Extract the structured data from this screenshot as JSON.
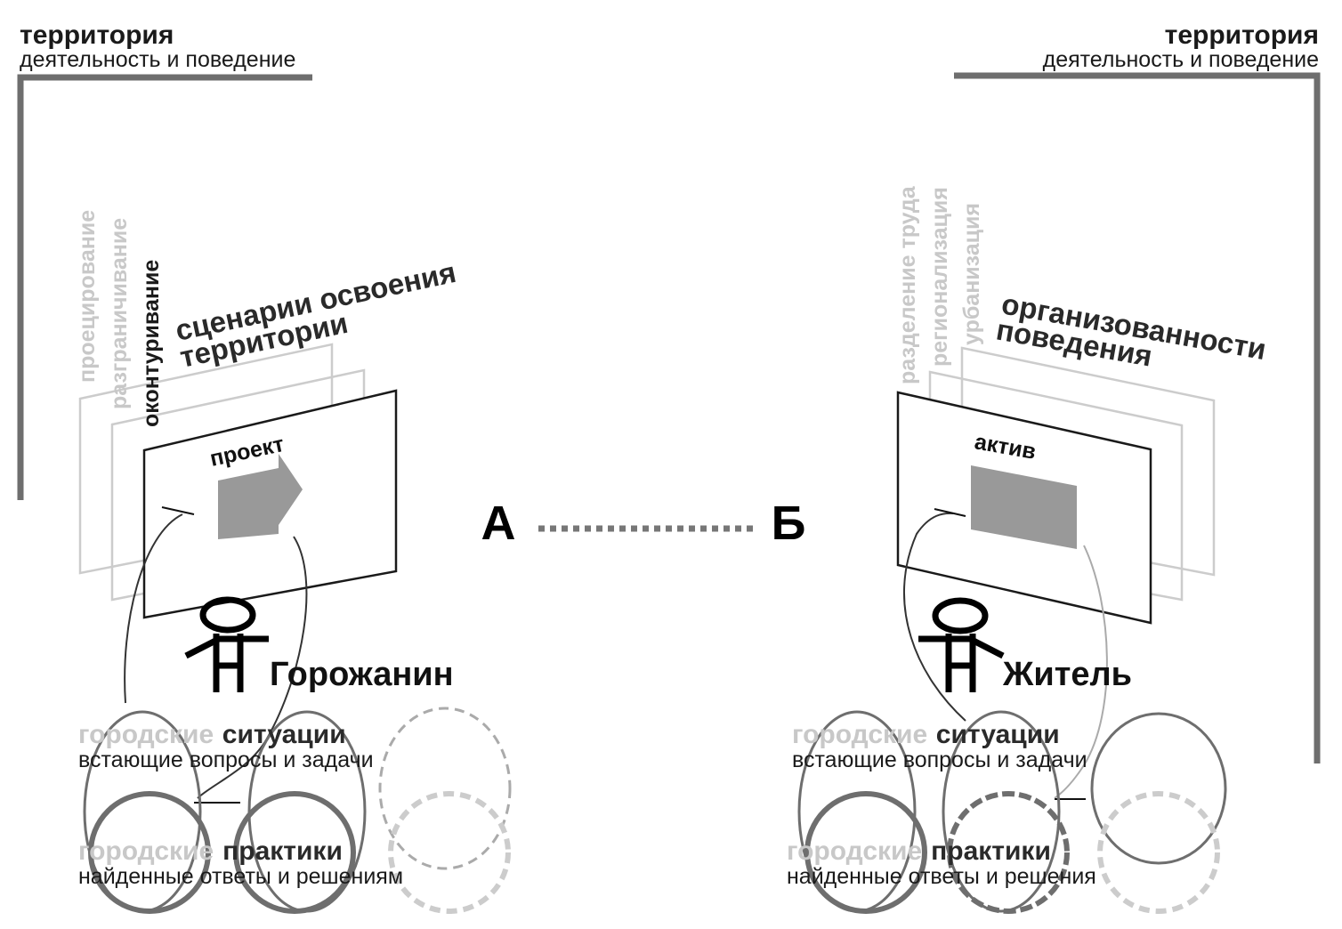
{
  "left": {
    "header": {
      "title": "территория",
      "subtitle": "деятельность и поведение"
    },
    "vertical_labels": [
      "проецирование",
      "разграничивание",
      "оконтуривание"
    ],
    "scenario": [
      "сценарии освоения",
      "территории"
    ],
    "panel_label": "проект",
    "person": "Горожанин",
    "situations": {
      "prefix": "городские",
      "main": "ситуации",
      "sub": "встающие вопросы и задачи"
    },
    "practices": {
      "prefix": "городские",
      "main": "практики",
      "sub": "найденные ответы и решениям"
    }
  },
  "right": {
    "header": {
      "title": "территория",
      "subtitle": "деятельность и поведение"
    },
    "vertical_labels": [
      "разделение труда",
      "регионализация",
      "урбанизация"
    ],
    "scenario": [
      "организованности",
      "поведения"
    ],
    "panel_label": "актив",
    "person": "Житель",
    "situations": {
      "prefix": "городские",
      "main": "ситуации",
      "sub": "встающие вопросы и задачи"
    },
    "practices": {
      "prefix": "городские",
      "main": "практики",
      "sub": "найденные ответы и решения"
    }
  },
  "center": {
    "a": "А",
    "b": "Б"
  },
  "colors": {
    "dark": "#1a1a1a",
    "mid": "#6e6e6e",
    "light": "#c8c8c8",
    "fill": "#999999"
  }
}
